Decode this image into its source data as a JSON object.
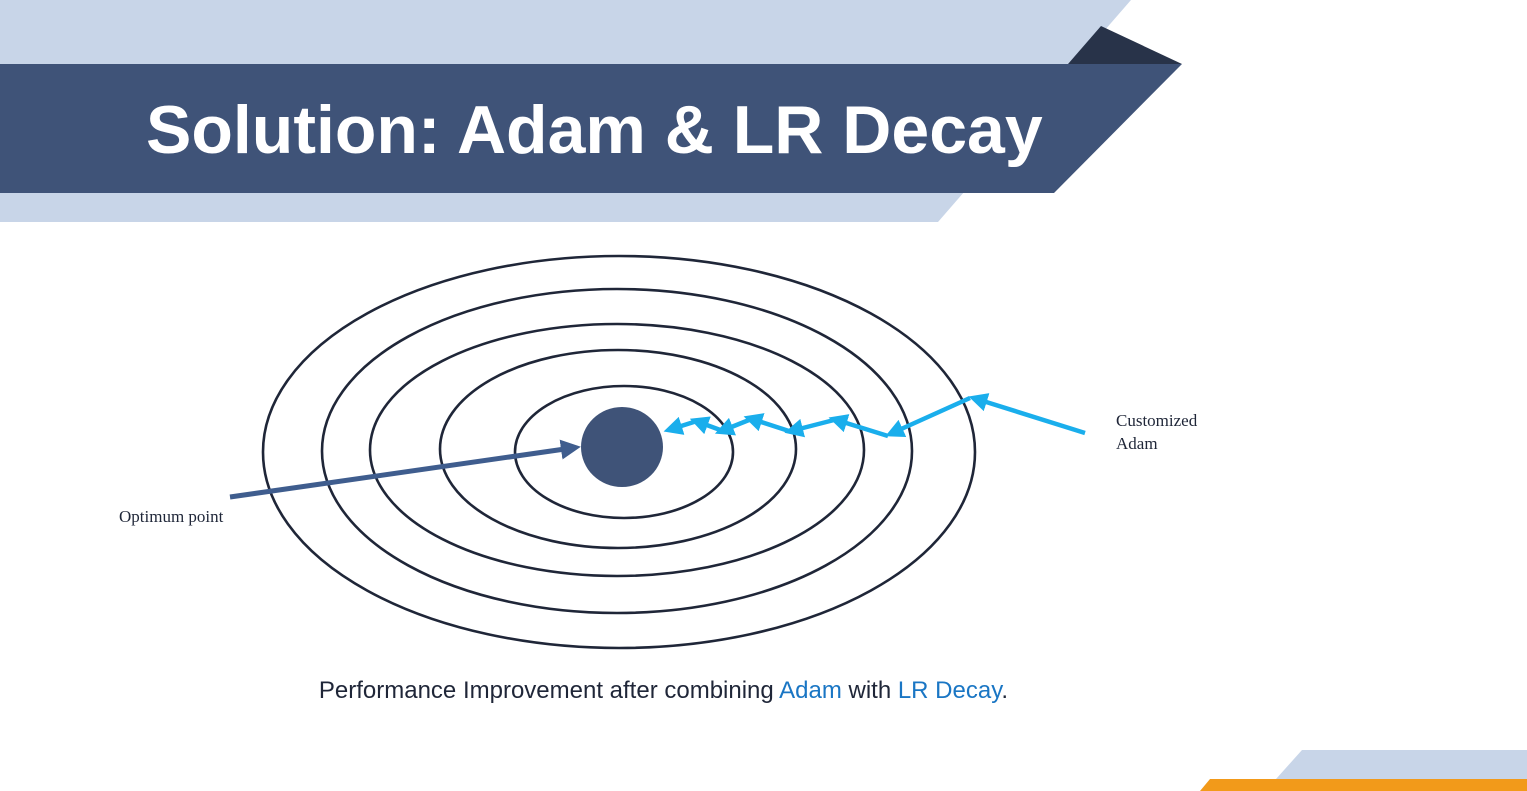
{
  "title": "Solution: Adam & LR Decay",
  "labels": {
    "customized_line1": "Customized",
    "customized_line2": "Adam",
    "optimum": "Optimum point"
  },
  "caption": {
    "prefix": "Performance Improvement after combining ",
    "term1": "Adam",
    "middle": " with ",
    "term2": "LR Decay",
    "suffix": "."
  },
  "colors": {
    "banner_dark": "#3f5378",
    "banner_light": "#c8d5e8",
    "banner_shadow": "#283349",
    "contour_stroke": "#1f2638",
    "optimum_point": "#3f5378",
    "adam_path": "#1aaeec",
    "optimum_arrow": "#3f5d8e",
    "highlight_text": "#1a76c4",
    "accent_orange": "#f29a1a"
  }
}
